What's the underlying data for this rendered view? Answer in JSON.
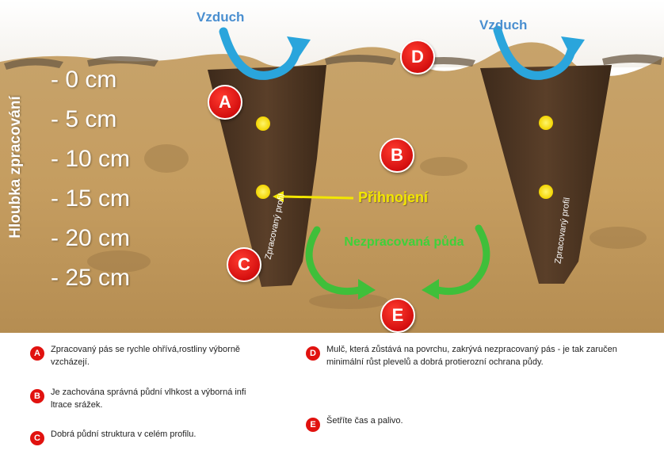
{
  "air_labels": [
    "Vzduch",
    "Vzduch"
  ],
  "axis_title": "Hloubka zpracování",
  "depth_marks": [
    "- 0 cm",
    "- 5 cm",
    "- 10 cm",
    "- 15 cm",
    "- 20 cm",
    "- 25 cm"
  ],
  "badges": {
    "a": "A",
    "b": "B",
    "c": "C",
    "d": "D",
    "e": "E"
  },
  "fertilization_label": "Přihnojení",
  "untilled_label": "Nezpracovaná půda",
  "strip_label": "Zpracovaný profil",
  "colors": {
    "badge_red": "#e1120f",
    "air_blue": "#2a9fd8",
    "fertilizer_yellow": "#f2e600",
    "arrow_green": "#3fbf3a",
    "soil": "#c9a46a",
    "tilled_strip": "#4a3321"
  },
  "legend": [
    {
      "letter": "A",
      "text": "Zpracovaný pás se rychle ohřívá,rostliny výborně vzcházejí."
    },
    {
      "letter": "B",
      "text": "Je zachována správná půdní vlhkost a výborná infi ltrace srážek."
    },
    {
      "letter": "C",
      "text": "Dobrá půdní struktura v celém profilu."
    },
    {
      "letter": "D",
      "text": "Mulč, která zůstává na povrchu, zakrývá nezpracovaný pás - je tak zaručen minimální růst plevelů a dobrá protierozní ochrana půdy."
    },
    {
      "letter": "E",
      "text": "Šetříte čas a palivo."
    }
  ]
}
